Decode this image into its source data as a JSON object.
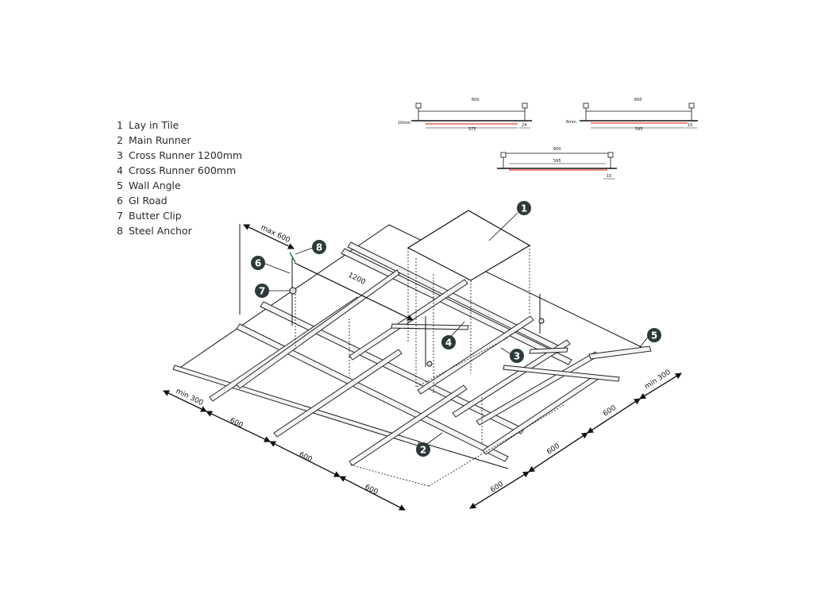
{
  "legend": [
    {
      "num": "1",
      "label": "Lay in Tile"
    },
    {
      "num": "2",
      "label": "Main Runner"
    },
    {
      "num": "3",
      "label": "Cross Runner 1200mm"
    },
    {
      "num": "4",
      "label": "Cross Runner 600mm"
    },
    {
      "num": "5",
      "label": "Wall Angle"
    },
    {
      "num": "6",
      "label": "GI Road"
    },
    {
      "num": "7",
      "label": "Butter Clip"
    },
    {
      "num": "8",
      "label": "Steel Anchor"
    }
  ],
  "callouts": [
    "1",
    "2",
    "3",
    "4",
    "5",
    "6",
    "7",
    "8"
  ],
  "dimensions": {
    "max_600": "max 600",
    "d_1200": "1200",
    "min_300_left": "min 300",
    "min_300_right": "min 300",
    "left_600_a": "600",
    "left_600_b": "600",
    "left_600_c": "600",
    "right_600_a": "600",
    "right_600_b": "600",
    "right_600_c": "600"
  },
  "sections": {
    "s1": {
      "top": "600",
      "bottom": "575",
      "right": "24",
      "left": "10mm"
    },
    "s2": {
      "top": "600",
      "bottom": "595",
      "right": "15",
      "left": "6mm"
    },
    "s3": {
      "top": "600",
      "bottom": "595",
      "right": "15"
    }
  },
  "colors": {
    "line": "#1a1a1a",
    "badge": "#2e3a3a",
    "tile_edge": "#e0443a"
  }
}
